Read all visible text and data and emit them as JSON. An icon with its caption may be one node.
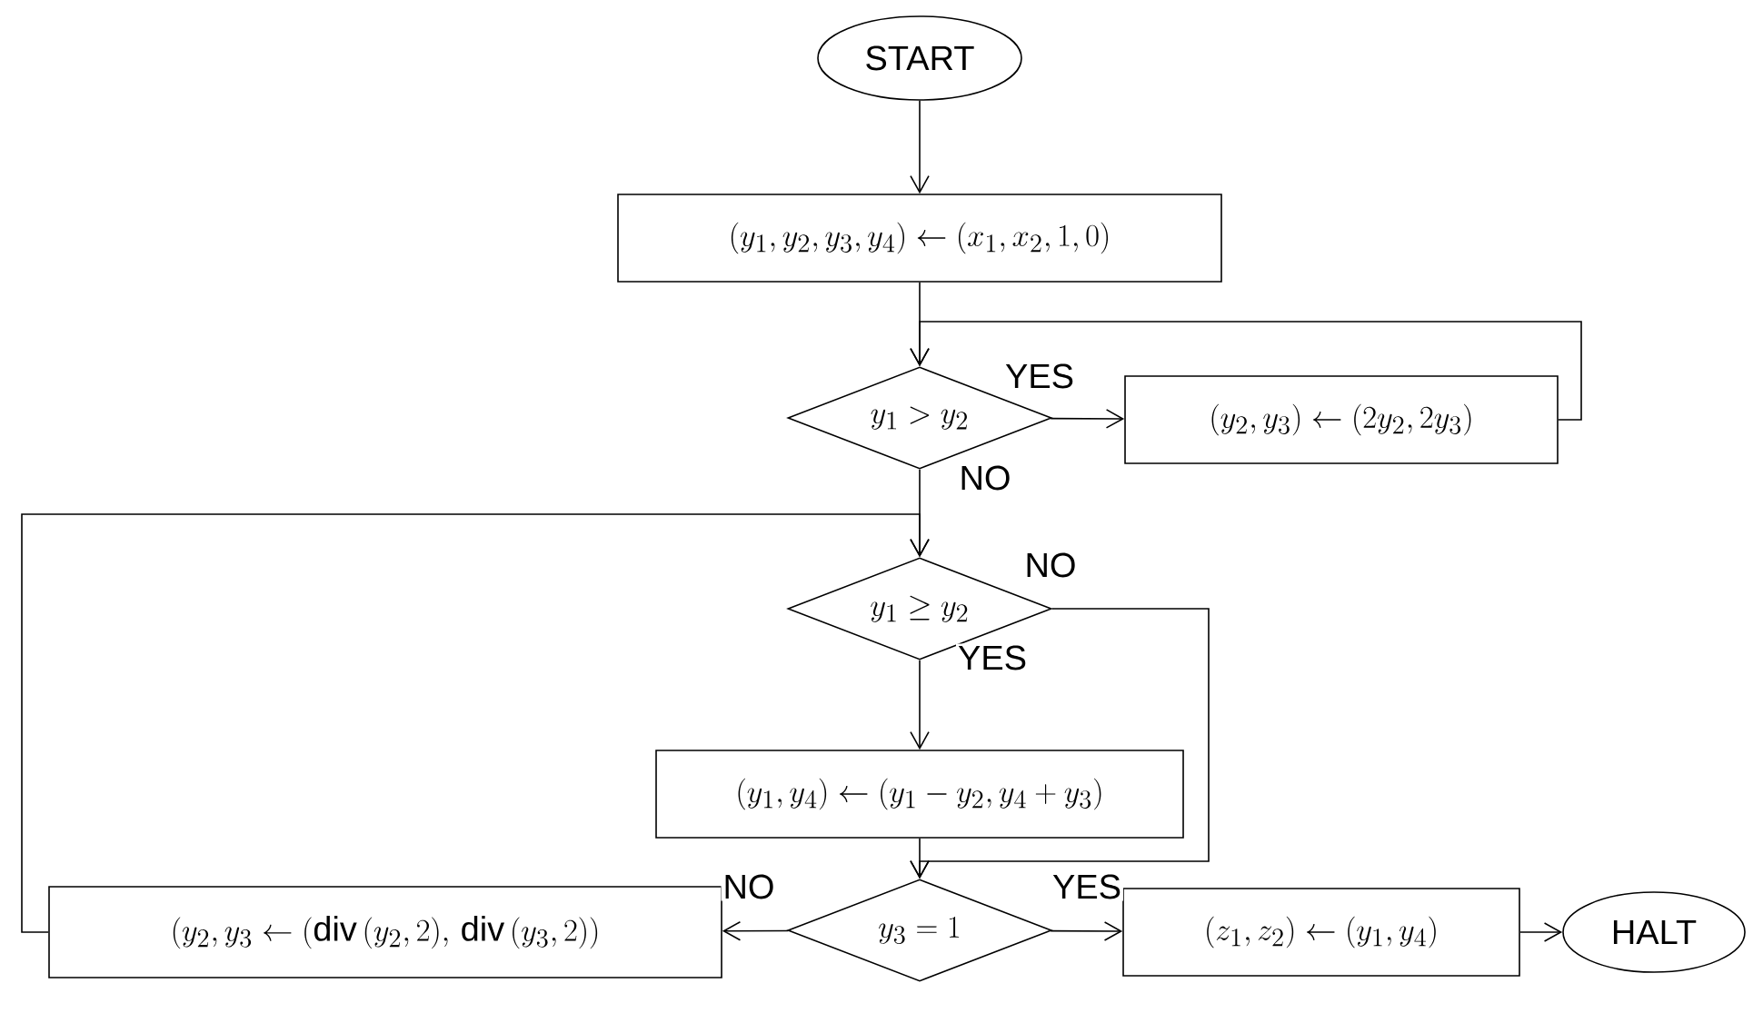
{
  "diagram": {
    "nodes": [
      {
        "text": [
          "START"
        ]
      },
      {
        "text": [
          "(y_1,y_2,y_3,y_4)\\leftarrow(x_1,x_2,1,0)"
        ]
      },
      {
        "text": [
          "y_1>y_2"
        ]
      },
      {
        "text": [
          "(y_2,y_3)\\leftarrow(2y_2,2y_3)"
        ]
      },
      {
        "text": [
          "y_1\\geq y_2"
        ]
      },
      {
        "text": [
          "(y_1,y_4)\\leftarrow(y_1-y_2,y_4+y_3)"
        ]
      },
      {
        "text": [
          "y_3=1"
        ]
      },
      {
        "text": [
          "(y_2,y_3\\leftarrow(\\mathrm{div}\\,(y_2,2),\\,\\mathrm{div}\\,(y_3,2))"
        ]
      },
      {
        "text": [
          "(z_1,z_2)\\leftarrow(y_1,y_4)"
        ]
      },
      {
        "text": [
          "HALT"
        ]
      }
    ],
    "edges": [
      {
        "from": 0,
        "to": 1,
        "arrow": "to"
      },
      {
        "from": 1,
        "to": 2,
        "arrow": "to"
      },
      {
        "from": 2,
        "to": 3,
        "arrow": "to",
        "label": "YES"
      },
      {
        "from": 3,
        "to": 2,
        "arrow": "to"
      },
      {
        "from": 2,
        "to": 4,
        "arrow": "to",
        "label": "NO"
      },
      {
        "from": 4,
        "to": 5,
        "arrow": "to",
        "label": "YES"
      },
      {
        "from": 4,
        "to": 6,
        "arrow": "to",
        "label": "NO"
      },
      {
        "from": 5,
        "to": 6,
        "arrow": "to"
      },
      {
        "from": 6,
        "to": 7,
        "arrow": "to",
        "label": "NO"
      },
      {
        "from": 6,
        "to": 8,
        "arrow": "to",
        "label": "YES"
      },
      {
        "from": 7,
        "to": 4,
        "arrow": "to"
      },
      {
        "from": 8,
        "to": 9,
        "arrow": "to"
      }
    ]
  }
}
